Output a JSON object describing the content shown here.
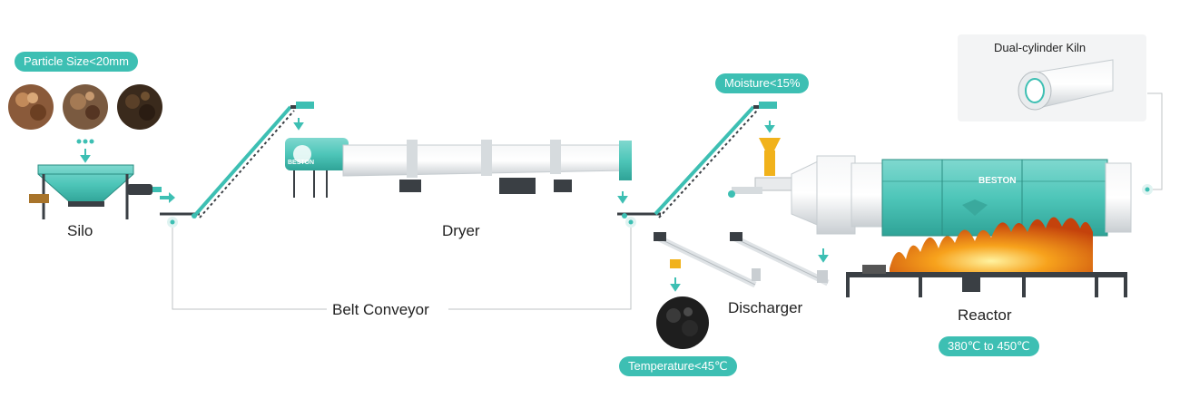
{
  "pills": {
    "particle_size": "Particle Size<20mm",
    "moisture": "Moisture<15%",
    "temperature": "Temperature<45℃",
    "reactor_temp": "380℃ to 450℃"
  },
  "labels": {
    "silo": "Silo",
    "dryer": "Dryer",
    "belt_conveyor": "Belt Conveyor",
    "discharger": "Discharger",
    "reactor": "Reactor",
    "kiln": "Dual-cylinder Kiln"
  },
  "logo_text": "BESTON",
  "colors": {
    "accent": "#3dbfb3",
    "teal_equipment": "#4ec6b9",
    "steel": "#dfe3e6",
    "frame": "#3a3f44",
    "fire": "#f08a1c"
  }
}
